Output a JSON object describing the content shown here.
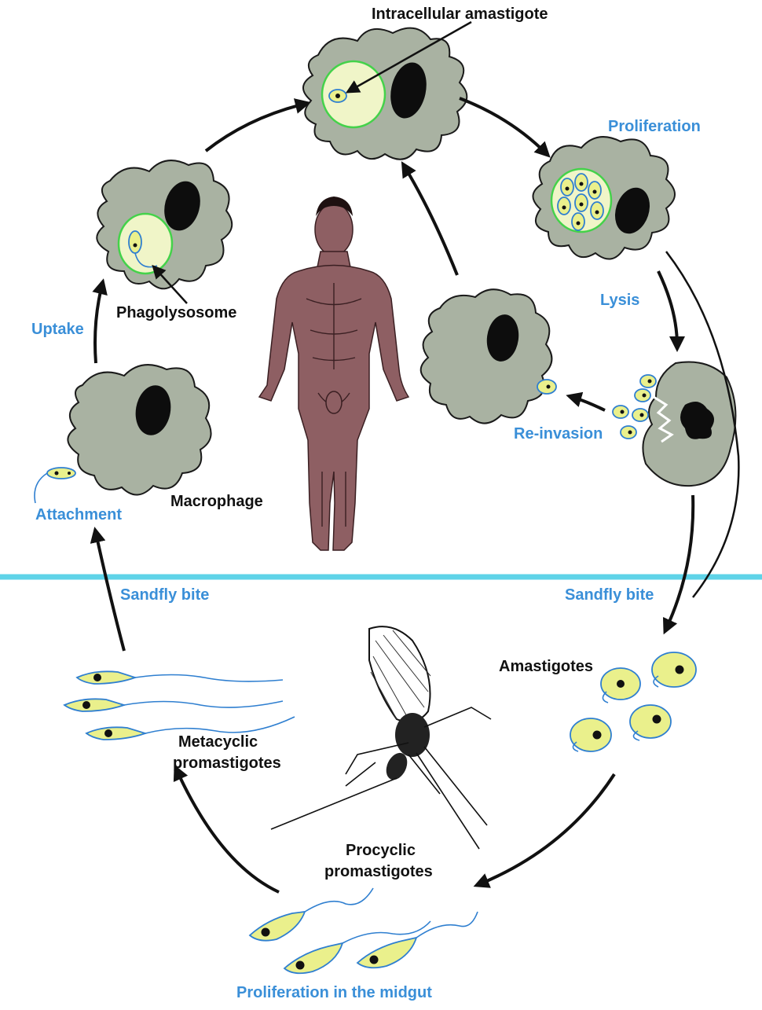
{
  "colors": {
    "divider": "#5fd3e8",
    "label_blue": "#3a8fd8",
    "label_black": "#111111",
    "cell": "#a9b2a2",
    "parasite": "#eaf08c",
    "vacuole_border": "#44d24a"
  },
  "labels": {
    "intracellular_amastigote": "Intracellular amastigote",
    "proliferation": "Proliferation",
    "lysis": "Lysis",
    "re_invasion": "Re-invasion",
    "phagolysosome": "Phagolysosome",
    "uptake": "Uptake",
    "attachment": "Attachment",
    "macrophage": "Macrophage",
    "sandfly_bite_left": "Sandfly bite",
    "sandfly_bite_right": "Sandfly bite",
    "amastigotes": "Amastigotes",
    "metacyclic_line1": "Metacyclic",
    "metacyclic_line2": "promastigotes",
    "procyclic_line1": "Procyclic",
    "procyclic_line2": "promastigotes",
    "proliferation_midgut": "Proliferation in the midgut"
  }
}
